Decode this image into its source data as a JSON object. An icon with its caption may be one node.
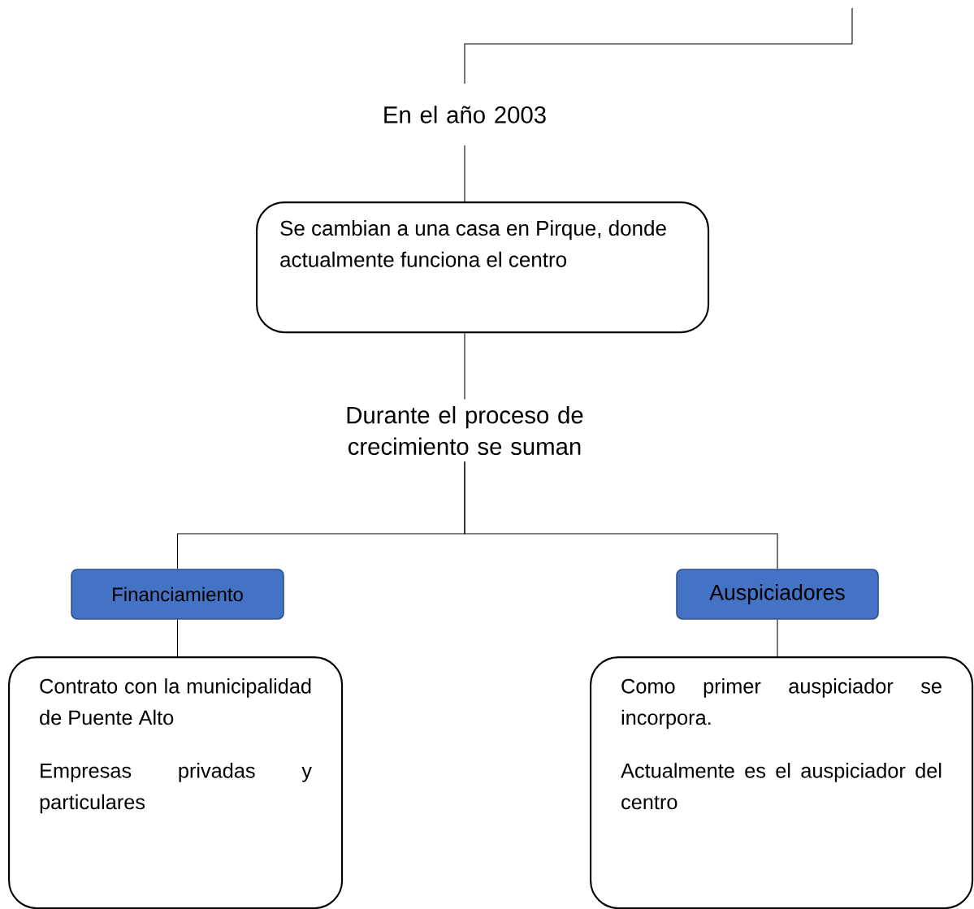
{
  "diagram": {
    "nodes": [
      {
        "text": [
          "En el año 2003"
        ]
      },
      {
        "text": [
          "Se cambian a una casa en Pirque, donde actualmente funciona el centro"
        ]
      },
      {
        "text": [
          "Durante el proceso de crecimiento se suman"
        ]
      },
      {
        "text": [
          "Financiamiento"
        ]
      },
      {
        "text": [
          "Auspiciadores"
        ]
      },
      {
        "text": [
          "Contrato con la municipalidad de Puente Alto",
          "Empresas privadas y particulares"
        ]
      },
      {
        "text": [
          "Como primer auspiciador se incorpora.",
          "Actualmente es el auspiciador del centro"
        ]
      }
    ],
    "edges": [
      {
        "from": null,
        "to": 0,
        "arrow": "none"
      },
      {
        "from": 0,
        "to": 1,
        "arrow": "none"
      },
      {
        "from": 1,
        "to": 2,
        "arrow": "none"
      },
      {
        "from": 2,
        "to": 3,
        "arrow": "none"
      },
      {
        "from": 2,
        "to": 4,
        "arrow": "none"
      },
      {
        "from": 3,
        "to": 5,
        "arrow": "none"
      },
      {
        "from": 4,
        "to": 6,
        "arrow": "none"
      }
    ]
  }
}
